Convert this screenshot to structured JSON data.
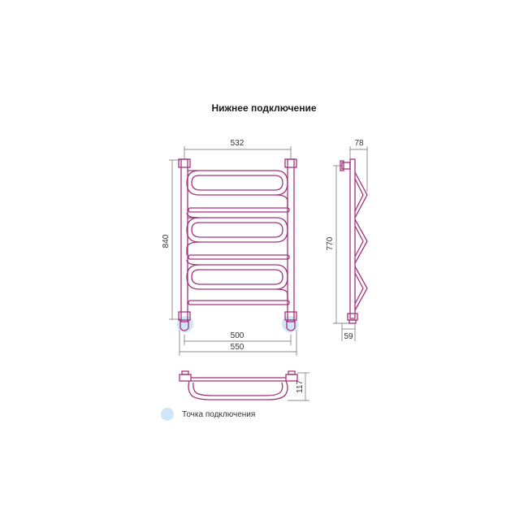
{
  "title": "Нижнее подключение",
  "colors": {
    "tube": "#a4327d",
    "dimension": "#666666",
    "connection": "#cfe6f6"
  },
  "front_view": {
    "dim_top": "532",
    "dim_left": "840",
    "dim_bottom_inner": "500",
    "dim_bottom_outer": "550"
  },
  "side_view": {
    "dim_top": "78",
    "dim_left": "770",
    "dim_bottom": "59"
  },
  "top_view": {
    "dim_right": "117"
  },
  "legend": {
    "label": "Точка подключения",
    "icon": "connection-point-dot"
  }
}
